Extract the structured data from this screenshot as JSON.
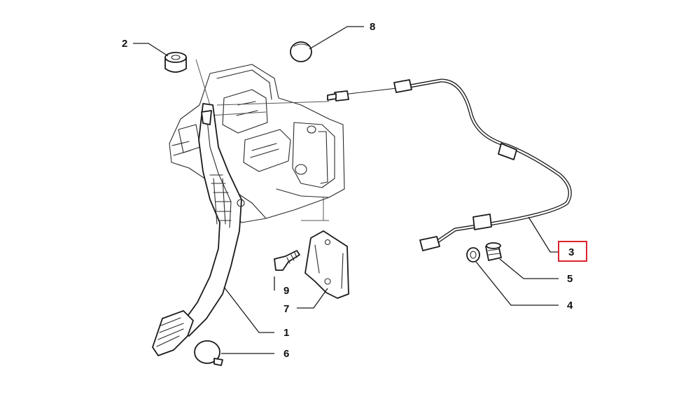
{
  "callouts": {
    "c1": "1",
    "c2": "2",
    "c3": "3",
    "c4": "4",
    "c5": "5",
    "c6": "6",
    "c7": "7",
    "c8": "8",
    "c9": "9"
  },
  "highlight": {
    "part": "3",
    "color": "#d9232e"
  }
}
